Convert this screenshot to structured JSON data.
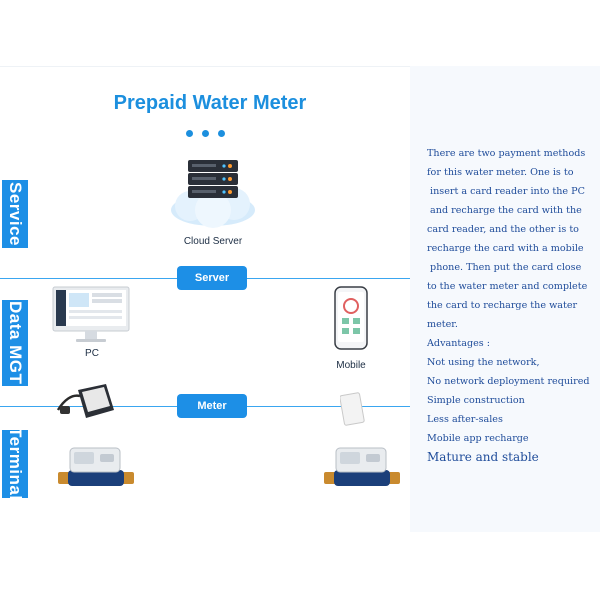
{
  "title": "Prepaid Water Meter",
  "sections": {
    "service": "Service",
    "data_mgt": "Data MGT",
    "terminal": "Terminal"
  },
  "bars": {
    "server": "Server",
    "meter": "Meter"
  },
  "labels": {
    "cloud_server": "Cloud Server",
    "pc": "PC",
    "mobile": "Mobile"
  },
  "description": {
    "lines": [
      "There are two payment methods",
      "for this water meter. One is to",
      " insert a card reader into the PC",
      " and recharge the card with the",
      "card reader, and the other is to",
      "recharge the card with a mobile",
      " phone. Then put the card close",
      "to the water meter and complete",
      "the card to recharge the water",
      "meter."
    ],
    "advantages_heading": "Advantages :",
    "advantages": [
      "Not using the network,",
      "No network deployment required",
      "Simple construction",
      "Less after-sales",
      "Mobile app recharge",
      "Mature and stable"
    ]
  },
  "colors": {
    "accent": "#1d8fe6",
    "text_blue": "#1f4c9a",
    "meter_brass": "#c98a2e",
    "meter_body": "#1b3f7a"
  }
}
